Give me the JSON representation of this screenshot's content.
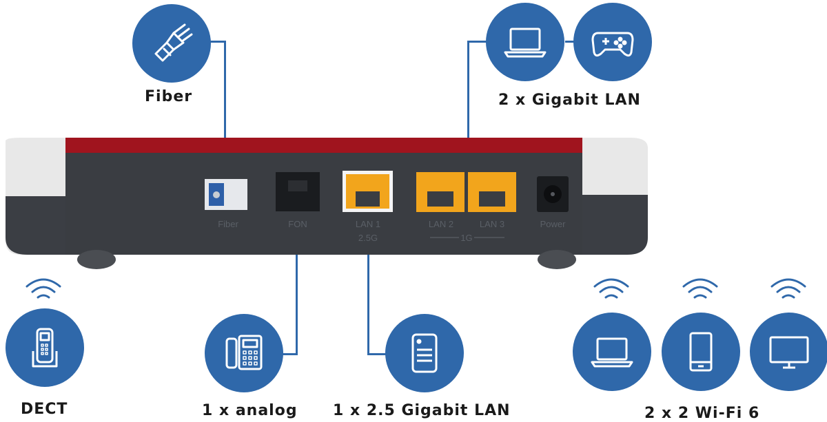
{
  "features": {
    "fiber": "Fiber",
    "gigabit_lan": "2 x Gigabit LAN",
    "dect": "DECT",
    "analog": "1 x analog",
    "lan_25": "1 x 2.5 Gigabit LAN",
    "wifi": "2 x 2 Wi-Fi 6"
  },
  "ports": {
    "fiber": "Fiber",
    "fon": "FON",
    "lan1_line1": "LAN 1",
    "lan1_line2": "2.5G",
    "lan2": "LAN 2",
    "lan3": "LAN 3",
    "group_1g": "1G",
    "power": "Power"
  },
  "icons": [
    "flashlight-fiber-icon",
    "laptop-icon",
    "gamepad-icon",
    "dect-phone-icon",
    "analog-phone-icon",
    "nas-icon",
    "smartphone-icon",
    "monitor-icon",
    "wifi-icon"
  ],
  "colors": {
    "accent": "#2f68aa",
    "router_red": "#a0141e",
    "router_body": "#3a3d42",
    "lan_yellow": "#f2a51c"
  }
}
